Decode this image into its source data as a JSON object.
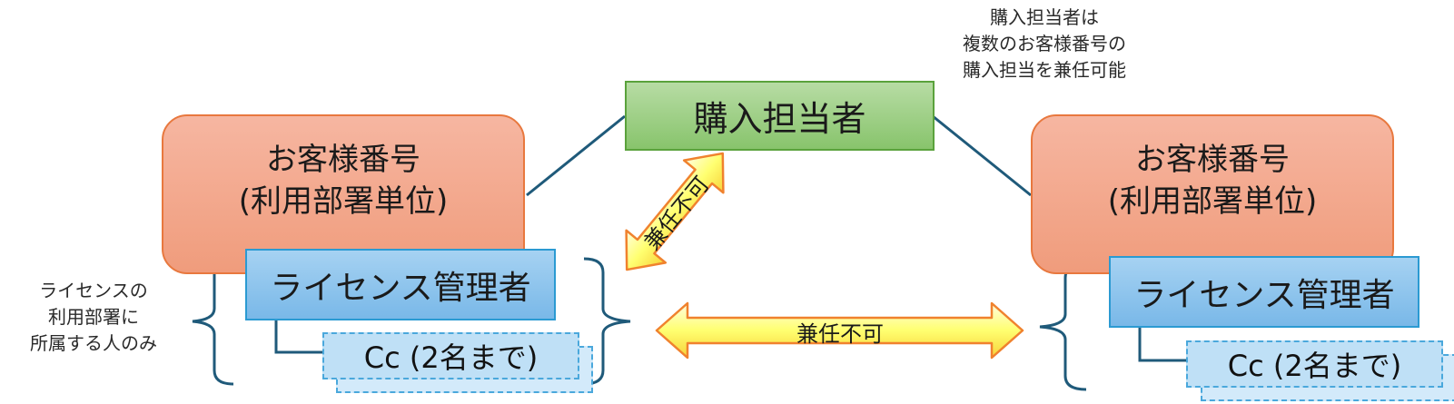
{
  "buyer": {
    "label": "購入担当者",
    "note": [
      "購入担当者は",
      "複数のお客様番号の",
      "購入担当を兼任可能"
    ]
  },
  "customers": [
    {
      "title": "お客様番号",
      "subtitle": "(利用部署単位)",
      "license_admin": "ライセンス管理者",
      "cc": "Cc (2名まで)"
    },
    {
      "title": "お客様番号",
      "subtitle": "(利用部署単位)",
      "license_admin": "ライセンス管理者",
      "cc": "Cc (2名まで)"
    }
  ],
  "license_note": [
    "ライセンスの",
    "利用部署に",
    "所属する人のみ"
  ],
  "arrows": {
    "diagonal_label": "兼任不可",
    "horizontal_label": "兼任不可"
  },
  "colors": {
    "customer_fill": "#f2a586",
    "customer_border": "#e8783e",
    "buyer_fill": "#a2d18b",
    "buyer_border": "#5aa23c",
    "license_fill": "#8fc4ee",
    "license_border": "#2b9ad2",
    "cc_fill": "#bfe0f6",
    "arrow_fill": "#ffff66",
    "arrow_border": "#f0822e",
    "connector": "#1f5a7a"
  }
}
